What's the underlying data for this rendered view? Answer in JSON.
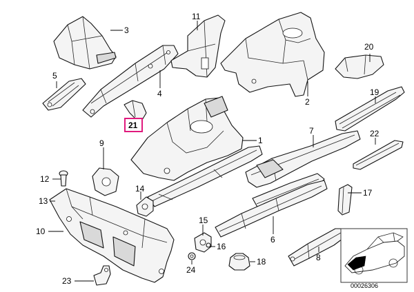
{
  "callouts": {
    "c1": "1",
    "c2": "2",
    "c3": "3",
    "c4": "4",
    "c5": "5",
    "c6": "6",
    "c7": "7",
    "c8": "8",
    "c9": "9",
    "c10": "10",
    "c11": "11",
    "c12": "12",
    "c13": "13",
    "c14": "14",
    "c15": "15",
    "c16": "16",
    "c17": "17",
    "c18": "18",
    "c19": "19",
    "c20": "20",
    "c21": "21",
    "c22": "22",
    "c23": "23",
    "c24": "24"
  },
  "highlight": {
    "color": "#e0197d",
    "callout": "21"
  },
  "reference_code": "00026306"
}
